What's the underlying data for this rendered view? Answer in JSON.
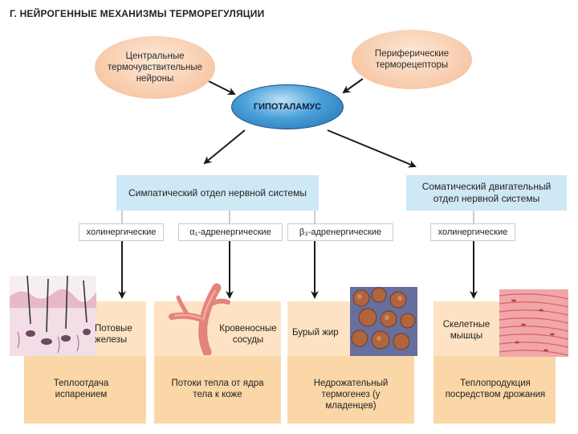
{
  "title": "Г. НЕЙРОГЕННЫЕ МЕХАНИЗМЫ ТЕРМОРЕГУЛЯЦИИ",
  "inputs": {
    "central": "Центральные термочувствительные нейроны",
    "peripheral": "Периферические терморецепторы"
  },
  "center": "ГИПОТАЛАМУС",
  "systems": {
    "sympathetic": "Симпатический отдел нервной системы",
    "somatic": "Соматический двигательный отдел нервной системы"
  },
  "receptors": {
    "cholinergic_1": "холинергические",
    "alpha": "α₁-адренергические",
    "beta": "β₃-адренергические",
    "cholinergic_2": "холинергические"
  },
  "effectors": [
    {
      "organ": "Потовые железы",
      "result": "Теплоотдача испарением"
    },
    {
      "organ": "Кровеносные сосуды",
      "result": "Потоки тепла от ядра тела к коже"
    },
    {
      "organ": "Бурый жир",
      "result": "Недрожательный термогенез (у младенцев)"
    },
    {
      "organ": "Скелетные мышцы",
      "result": "Теплопродукция посредством дрожания"
    }
  ],
  "colors": {
    "peach_ellipse": "#f7c9a8",
    "hypothalamus_blue": "#1f6fb4",
    "system_box": "#cfe8f6",
    "panel_light": "#fde3c3",
    "panel_dark": "#fbd7a8"
  }
}
